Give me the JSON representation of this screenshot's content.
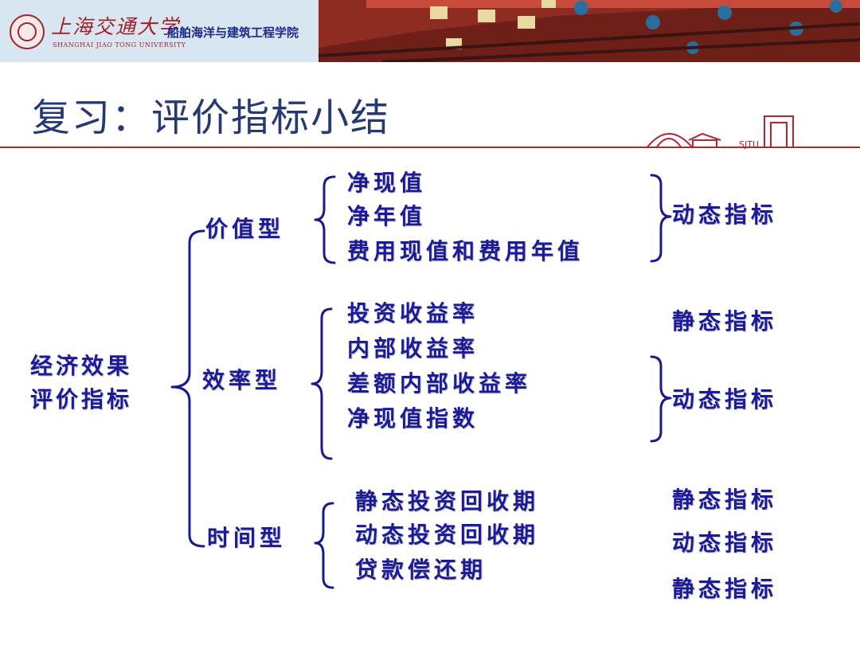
{
  "header": {
    "university_cn": "上海交通大学",
    "university_en": "SHANGHAI JIAO TONG UNIVERSITY",
    "school": "船舶海洋与建筑工程学院",
    "deco_label": "SJTU"
  },
  "title": "复习：评价指标小结",
  "diagram": {
    "root": [
      "经济效果",
      "评价指标"
    ],
    "categories": [
      {
        "label": "价值型",
        "items": [
          "净现值",
          "净年值",
          "费用现值和费用年值"
        ],
        "tags": [
          "动态指标"
        ]
      },
      {
        "label": "效率型",
        "items": [
          "投资收益率",
          "内部收益率",
          "差额内部收益率",
          "净现值指数"
        ],
        "tags": [
          "静态指标",
          "动态指标"
        ]
      },
      {
        "label": "时间型",
        "items": [
          "静态投资回收期",
          "动态投资回收期",
          "贷款偿还期"
        ],
        "tags": [
          "静态指标",
          "动态指标",
          "静态指标"
        ]
      }
    ]
  }
}
